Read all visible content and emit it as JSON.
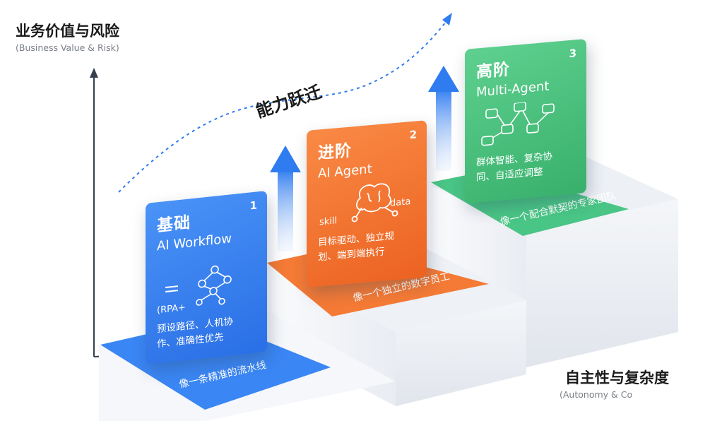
{
  "y_axis": {
    "title": "业务价值与风险",
    "subtitle": "(Business Value & Risk)"
  },
  "x_axis": {
    "title": "自主性与复杂度",
    "subtitle": "(Autonomy & Co"
  },
  "trend_label": "能力跃迁",
  "levels": [
    {
      "number": "1",
      "title_cn": "基础",
      "title_en": "AI Workflow",
      "icon_note": "(RPA+",
      "description_line1": "预设路径、人机协",
      "description_line2": "作、准确性优先",
      "analogy": "像一条精准的流水线",
      "icon": "workflow-node-graph-icon",
      "color": "#2f7cf0"
    },
    {
      "number": "2",
      "title_cn": "进阶",
      "title_en": "AI Agent",
      "brain_label_left": "skill",
      "brain_label_right": "data",
      "description_line1": "目标驱动、独立规",
      "description_line2": "划、端到端执行",
      "analogy": "像一个独立的数字员工",
      "icon": "brain-icon",
      "color": "#f2722f"
    },
    {
      "number": "3",
      "title_cn": "高阶",
      "title_en": "Multi-Agent",
      "description_line1": "群体智能、复杂协",
      "description_line2": "同、自适应调整",
      "analogy": "像一个配合默契的专家团队",
      "icon": "robot-team-icon",
      "color": "#3fbf7a"
    }
  ]
}
